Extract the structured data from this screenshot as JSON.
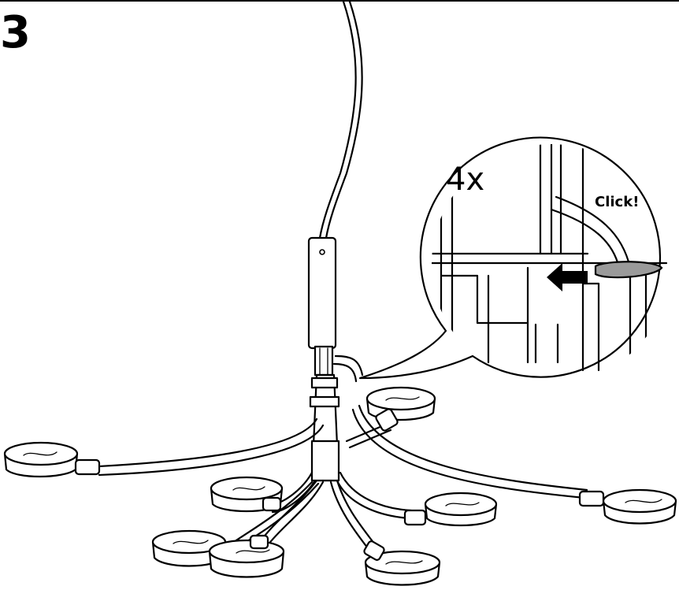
{
  "step": {
    "number": "3"
  },
  "callout": {
    "count": "4x",
    "sound": "Click!"
  },
  "colors": {
    "ink": "#000000",
    "paper": "#ffffff",
    "latch": "#9a9a9a"
  }
}
